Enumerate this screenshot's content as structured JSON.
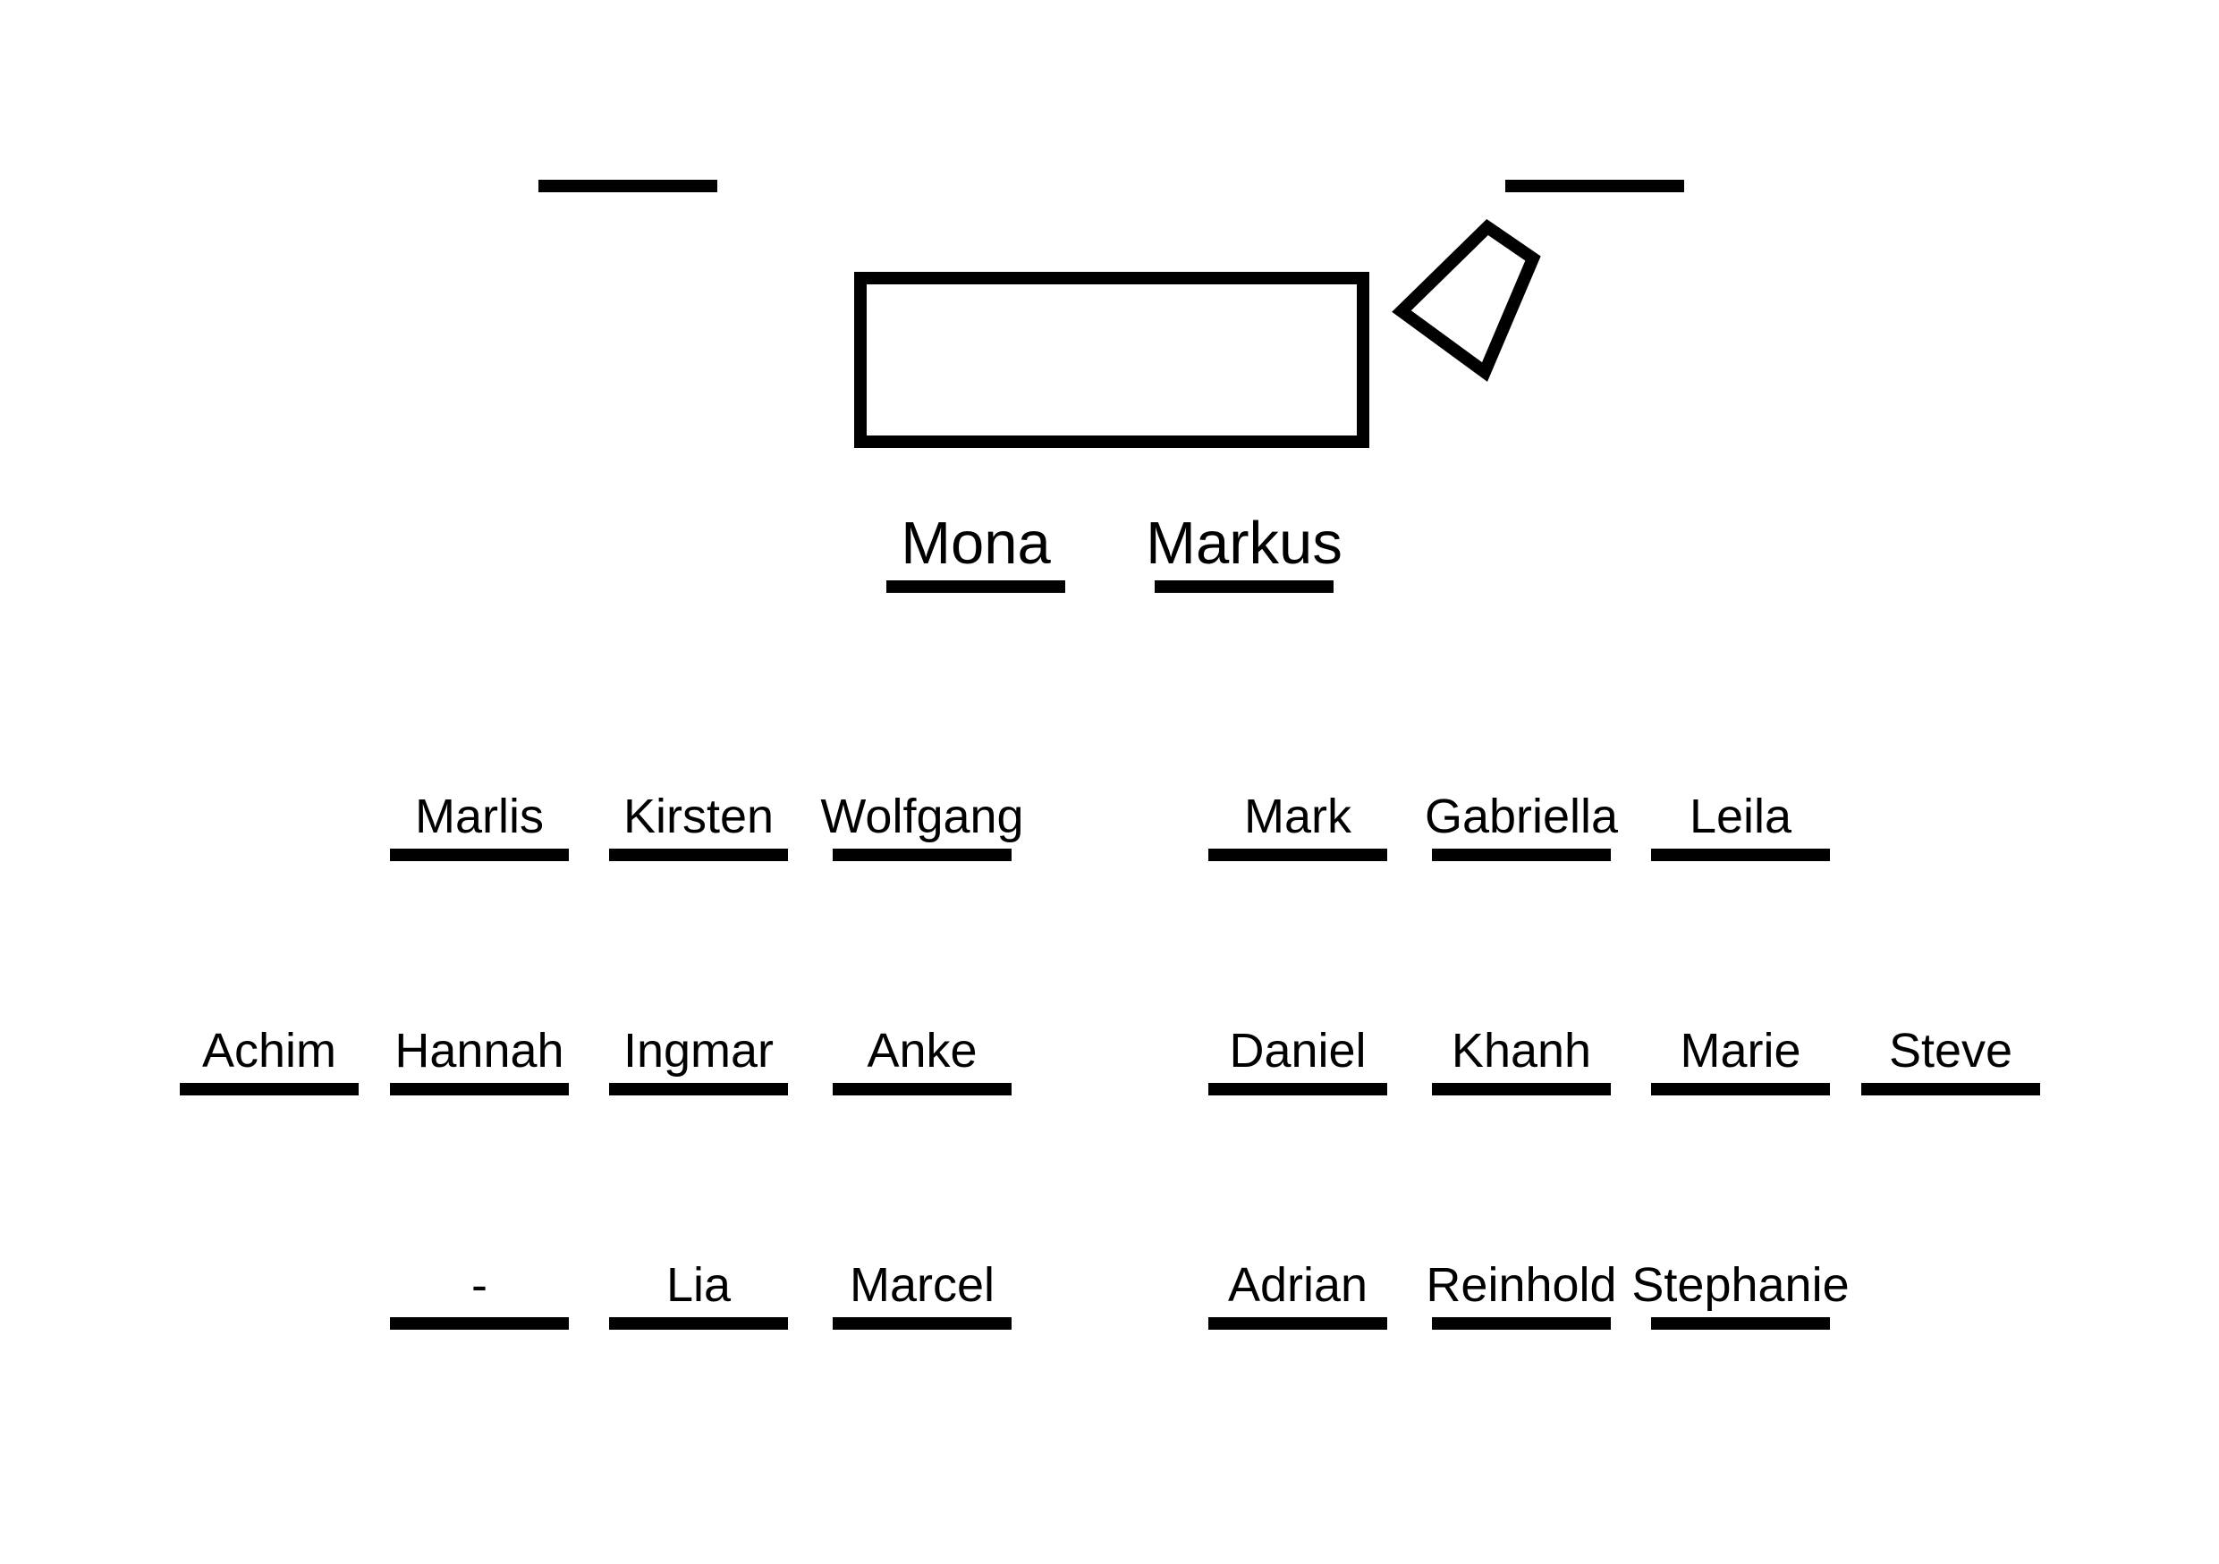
{
  "colors": {
    "stroke": "#000000",
    "background": "#ffffff"
  },
  "front_seats": [
    "Mona",
    "Markus"
  ],
  "left_block": {
    "rows": [
      [
        "",
        "Marlis",
        "Kirsten",
        "Wolfgang"
      ],
      [
        "Achim",
        "Hannah",
        "Ingmar",
        "Anke"
      ],
      [
        "",
        "-",
        "Lia",
        "Marcel"
      ]
    ]
  },
  "right_block": {
    "rows": [
      [
        "Mark",
        "Gabriella",
        "Leila",
        ""
      ],
      [
        "Daniel",
        "Khanh",
        "Marie",
        "Steve"
      ],
      [
        "Adrian",
        "Reinhold",
        "Stephanie",
        ""
      ]
    ]
  }
}
